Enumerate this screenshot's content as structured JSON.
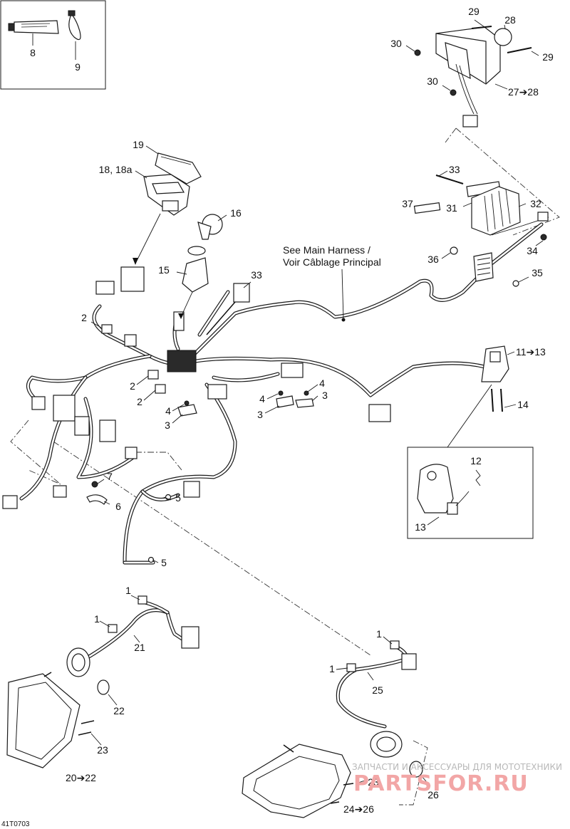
{
  "diagram_id": "41T0703",
  "note": {
    "line1": "See Main Harness /",
    "line2": "Voir Câblage Principal"
  },
  "callouts": {
    "c8": "8",
    "c9": "9",
    "c29a": "29",
    "c28": "28",
    "c30a": "30",
    "c29b": "29",
    "c30b": "30",
    "c27_28": "27➔28",
    "c19": "19",
    "c18": "18, 18a",
    "c16": "16",
    "c15": "15",
    "c33a": "33",
    "c33b": "33",
    "c37": "37",
    "c31": "31",
    "c32": "32",
    "c36": "36",
    "c34": "34",
    "c35": "35",
    "c2a": "2",
    "c11_13": "11➔13",
    "c14": "14",
    "c2b": "2",
    "c2c": "2",
    "c4a": "4",
    "c3a": "3",
    "c4b": "4",
    "c3b": "3",
    "c4c": "4",
    "c3c": "3",
    "c12": "12",
    "c13": "13",
    "c7": "7",
    "c6": "6",
    "c5a": "5",
    "c5b": "5",
    "c1a": "1",
    "c1b": "1",
    "c21": "21",
    "c22": "22",
    "c23a": "23",
    "c20_22": "20➔22",
    "c1c": "1",
    "c1d": "1",
    "c25": "25",
    "c23b": "23",
    "c26": "26",
    "c24_26": "24➔26"
  },
  "watermark": {
    "line1": "ЗАПЧАСТИ И АКСЕССУАРЫ ДЛЯ МОТОТЕХНИКИ",
    "line2": "PARTSFOR.RU"
  }
}
